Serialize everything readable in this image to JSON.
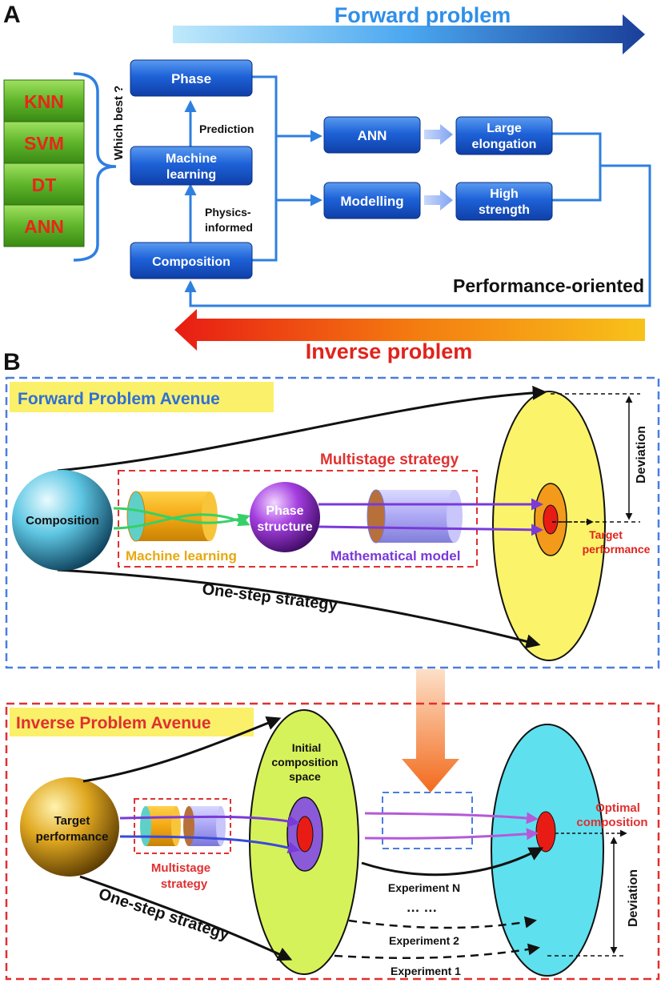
{
  "panel_a": {
    "label": "A",
    "forward_problem": "Forward problem",
    "inverse_problem": "Inverse problem",
    "algorithms": [
      "KNN",
      "SVM",
      "DT",
      "ANN"
    ],
    "which_best": "Which best ?",
    "boxes": {
      "phase": "Phase",
      "ml_line1": "Machine",
      "ml_line2": "learning",
      "composition": "Composition",
      "ann": "ANN",
      "modelling": "Modelling",
      "large_line1": "Large",
      "large_line2": "elongation",
      "high_line1": "High",
      "high_line2": "strength"
    },
    "prediction": "Prediction",
    "physics_line1": "Physics-",
    "physics_line2": "informed",
    "performance_oriented": "Performance-oriented"
  },
  "panel_b": {
    "label": "B",
    "forward_avenue": {
      "title": "Forward Problem Avenue",
      "composition": "Composition",
      "multistage": "Multistage strategy",
      "machine_learning": "Machine learning",
      "phase_line1": "Phase",
      "phase_line2": "structure",
      "math_model": "Mathematical model",
      "one_step": "One-step strategy",
      "deviation": "Deviation",
      "target_line1": "Target",
      "target_line2": "performance"
    },
    "inverse_avenue": {
      "title": "Inverse Problem Avenue",
      "target_line1": "Target",
      "target_line2": "performance",
      "multistage_line1": "Multistage",
      "multistage_line2": "strategy",
      "initial_line1": "Initial",
      "initial_line2": "composition",
      "initial_line3": "space",
      "one_step": "One-step strategy",
      "experiment_n": "Experiment N",
      "dots": "… …",
      "experiment_2": "Experiment 2",
      "experiment_1": "Experiment 1",
      "optimal_line1": "Optimal",
      "optimal_line2": "composition",
      "deviation": "Deviation"
    }
  },
  "colors": {
    "box_blue": "#1e5fd6",
    "line_blue": "#2f7fe0",
    "algo_green": "#5fb52a",
    "algo_text": "#e8261a",
    "forward_text": "#2f8fe8",
    "inverse_text": "#e0231b",
    "highlight_yellow": "#fbf06a",
    "ellipse_yellow": "#fbf36a",
    "ellipse_green": "#d6f25a",
    "ellipse_cyan": "#5fe0ee",
    "dash_blue": "#4a7de0",
    "dash_red": "#e03030"
  }
}
